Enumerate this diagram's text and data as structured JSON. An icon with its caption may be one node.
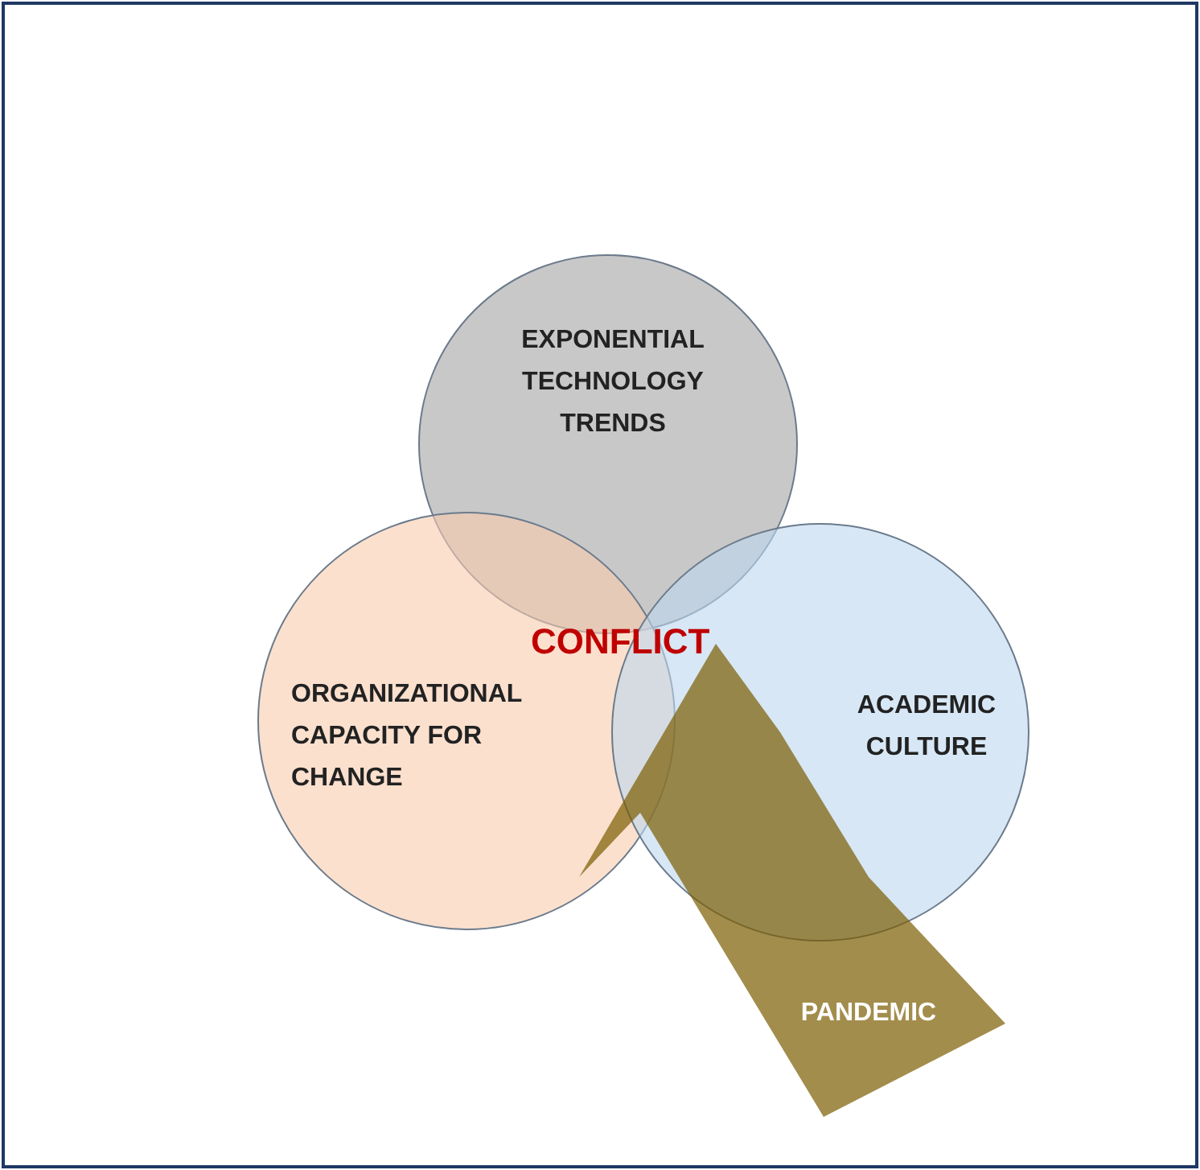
{
  "diagram": {
    "nodes": [
      {
        "text": [
          "EXPONENTIAL TECHNOLOGY TRENDS"
        ]
      },
      {
        "text": [
          "ORGANIZATIONAL CAPACITY FOR CHANGE"
        ]
      },
      {
        "text": [
          "ACADEMIC CULTURE"
        ]
      },
      {
        "text": [
          "PANDEMIC"
        ]
      }
    ],
    "labels": [
      "CONFLICT"
    ]
  }
}
